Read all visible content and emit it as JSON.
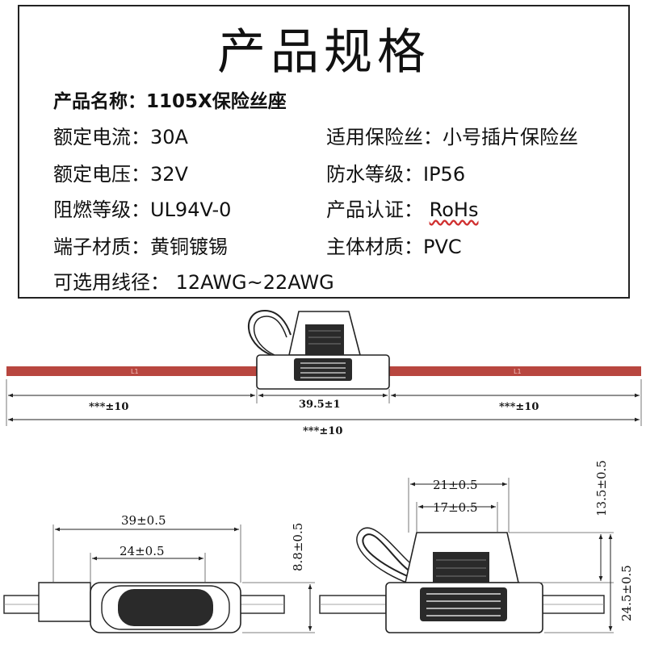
{
  "spec": {
    "title": "产品规格",
    "product_name": "产品名称：1105X保险丝座",
    "rated_current": "额定电流：30A",
    "applicable_fuse": "适用保险丝：小号插片保险丝",
    "rated_voltage": "额定电压：32V",
    "waterproof": "防水等级：IP56",
    "flame_rating": "阻燃等级：UL94V-0",
    "certification_label": "产品认证：",
    "certification_value": "RoHs",
    "terminal_material": "端子材质：黄铜镀锡",
    "body_material": "主体材质：PVC",
    "wire_gauge": "可选用线径： 12AWG~22AWG"
  },
  "drawing": {
    "wire_label_left": "L1",
    "wire_label_right": "L1",
    "dim_left": "***±10",
    "dim_center": "39.5±1",
    "dim_right": "***±10",
    "dim_total": "***±10",
    "dim_width_outer": "39±0.5",
    "dim_width_inner": "24±0.5",
    "dim_thickness": "8.8±0.5",
    "dim_top_outer": "21±0.5",
    "dim_top_inner": "17±0.5",
    "dim_cap_height": "13.5±0.5",
    "dim_body_height": "24.5±0.5",
    "colors": {
      "wire": "#b8463f",
      "line": "#222222"
    }
  }
}
